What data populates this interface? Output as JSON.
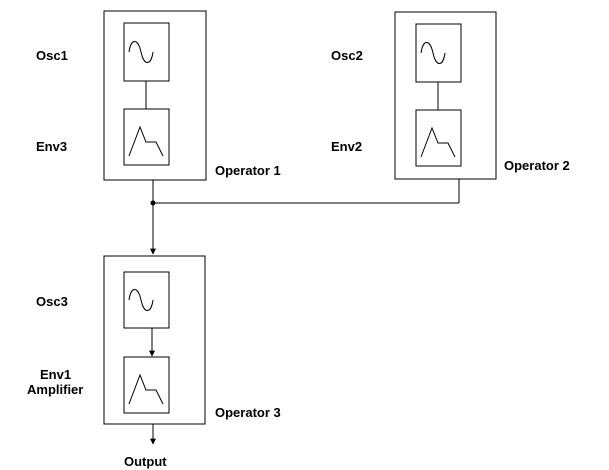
{
  "operators": [
    {
      "name": "Operator 1",
      "oscillator": "Osc1",
      "oscillator_icon": "sine-wave-icon",
      "envelope": [
        "Env3"
      ],
      "envelope_icon": "envelope-shape-icon"
    },
    {
      "name": "Operator 2",
      "oscillator": "Osc2",
      "oscillator_icon": "sine-wave-icon",
      "envelope": [
        "Env2"
      ],
      "envelope_icon": "envelope-shape-icon"
    },
    {
      "name": "Operator 3",
      "oscillator": "Osc3",
      "oscillator_icon": "sine-wave-icon",
      "envelope": [
        "Env1",
        "Amplifier"
      ],
      "envelope_icon": "envelope-shape-icon"
    }
  ],
  "output": {
    "label": "Output"
  },
  "colors": {
    "line": "#000000",
    "background": "#ffffff"
  }
}
